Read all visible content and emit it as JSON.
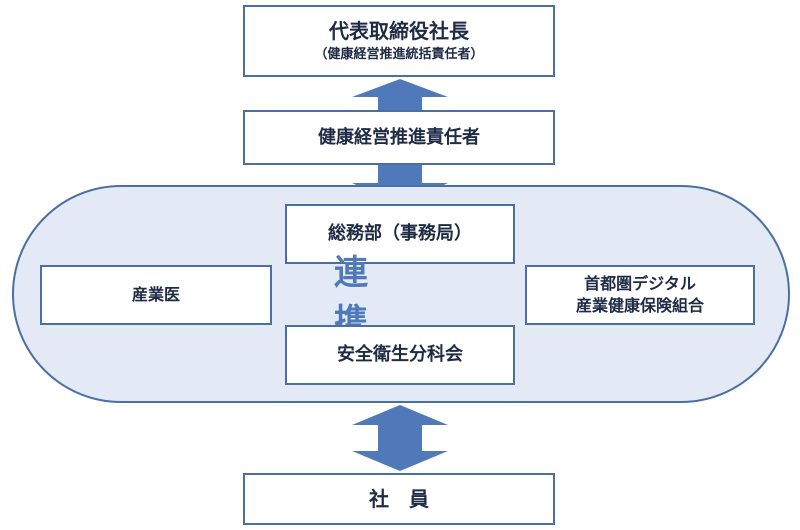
{
  "top": {
    "title": "代表取締役社長",
    "subtitle": "（健康経営推進統括責任者）"
  },
  "manager": {
    "title": "健康経営推進責任者"
  },
  "center": {
    "general_affairs": "総務部（事務局）",
    "renkei": "連　携",
    "safety": "安全衛生分科会"
  },
  "left": {
    "label": "産業医"
  },
  "right": {
    "line1": "首都圏デジタル",
    "line2": "産業健康保険組合"
  },
  "bottom": {
    "label": "社　員"
  },
  "colors": {
    "arrow": "#4f79b8",
    "border": "#4a6fa5",
    "pill_bg": "#e3e9f5",
    "accent_text": "#4f79b8"
  }
}
